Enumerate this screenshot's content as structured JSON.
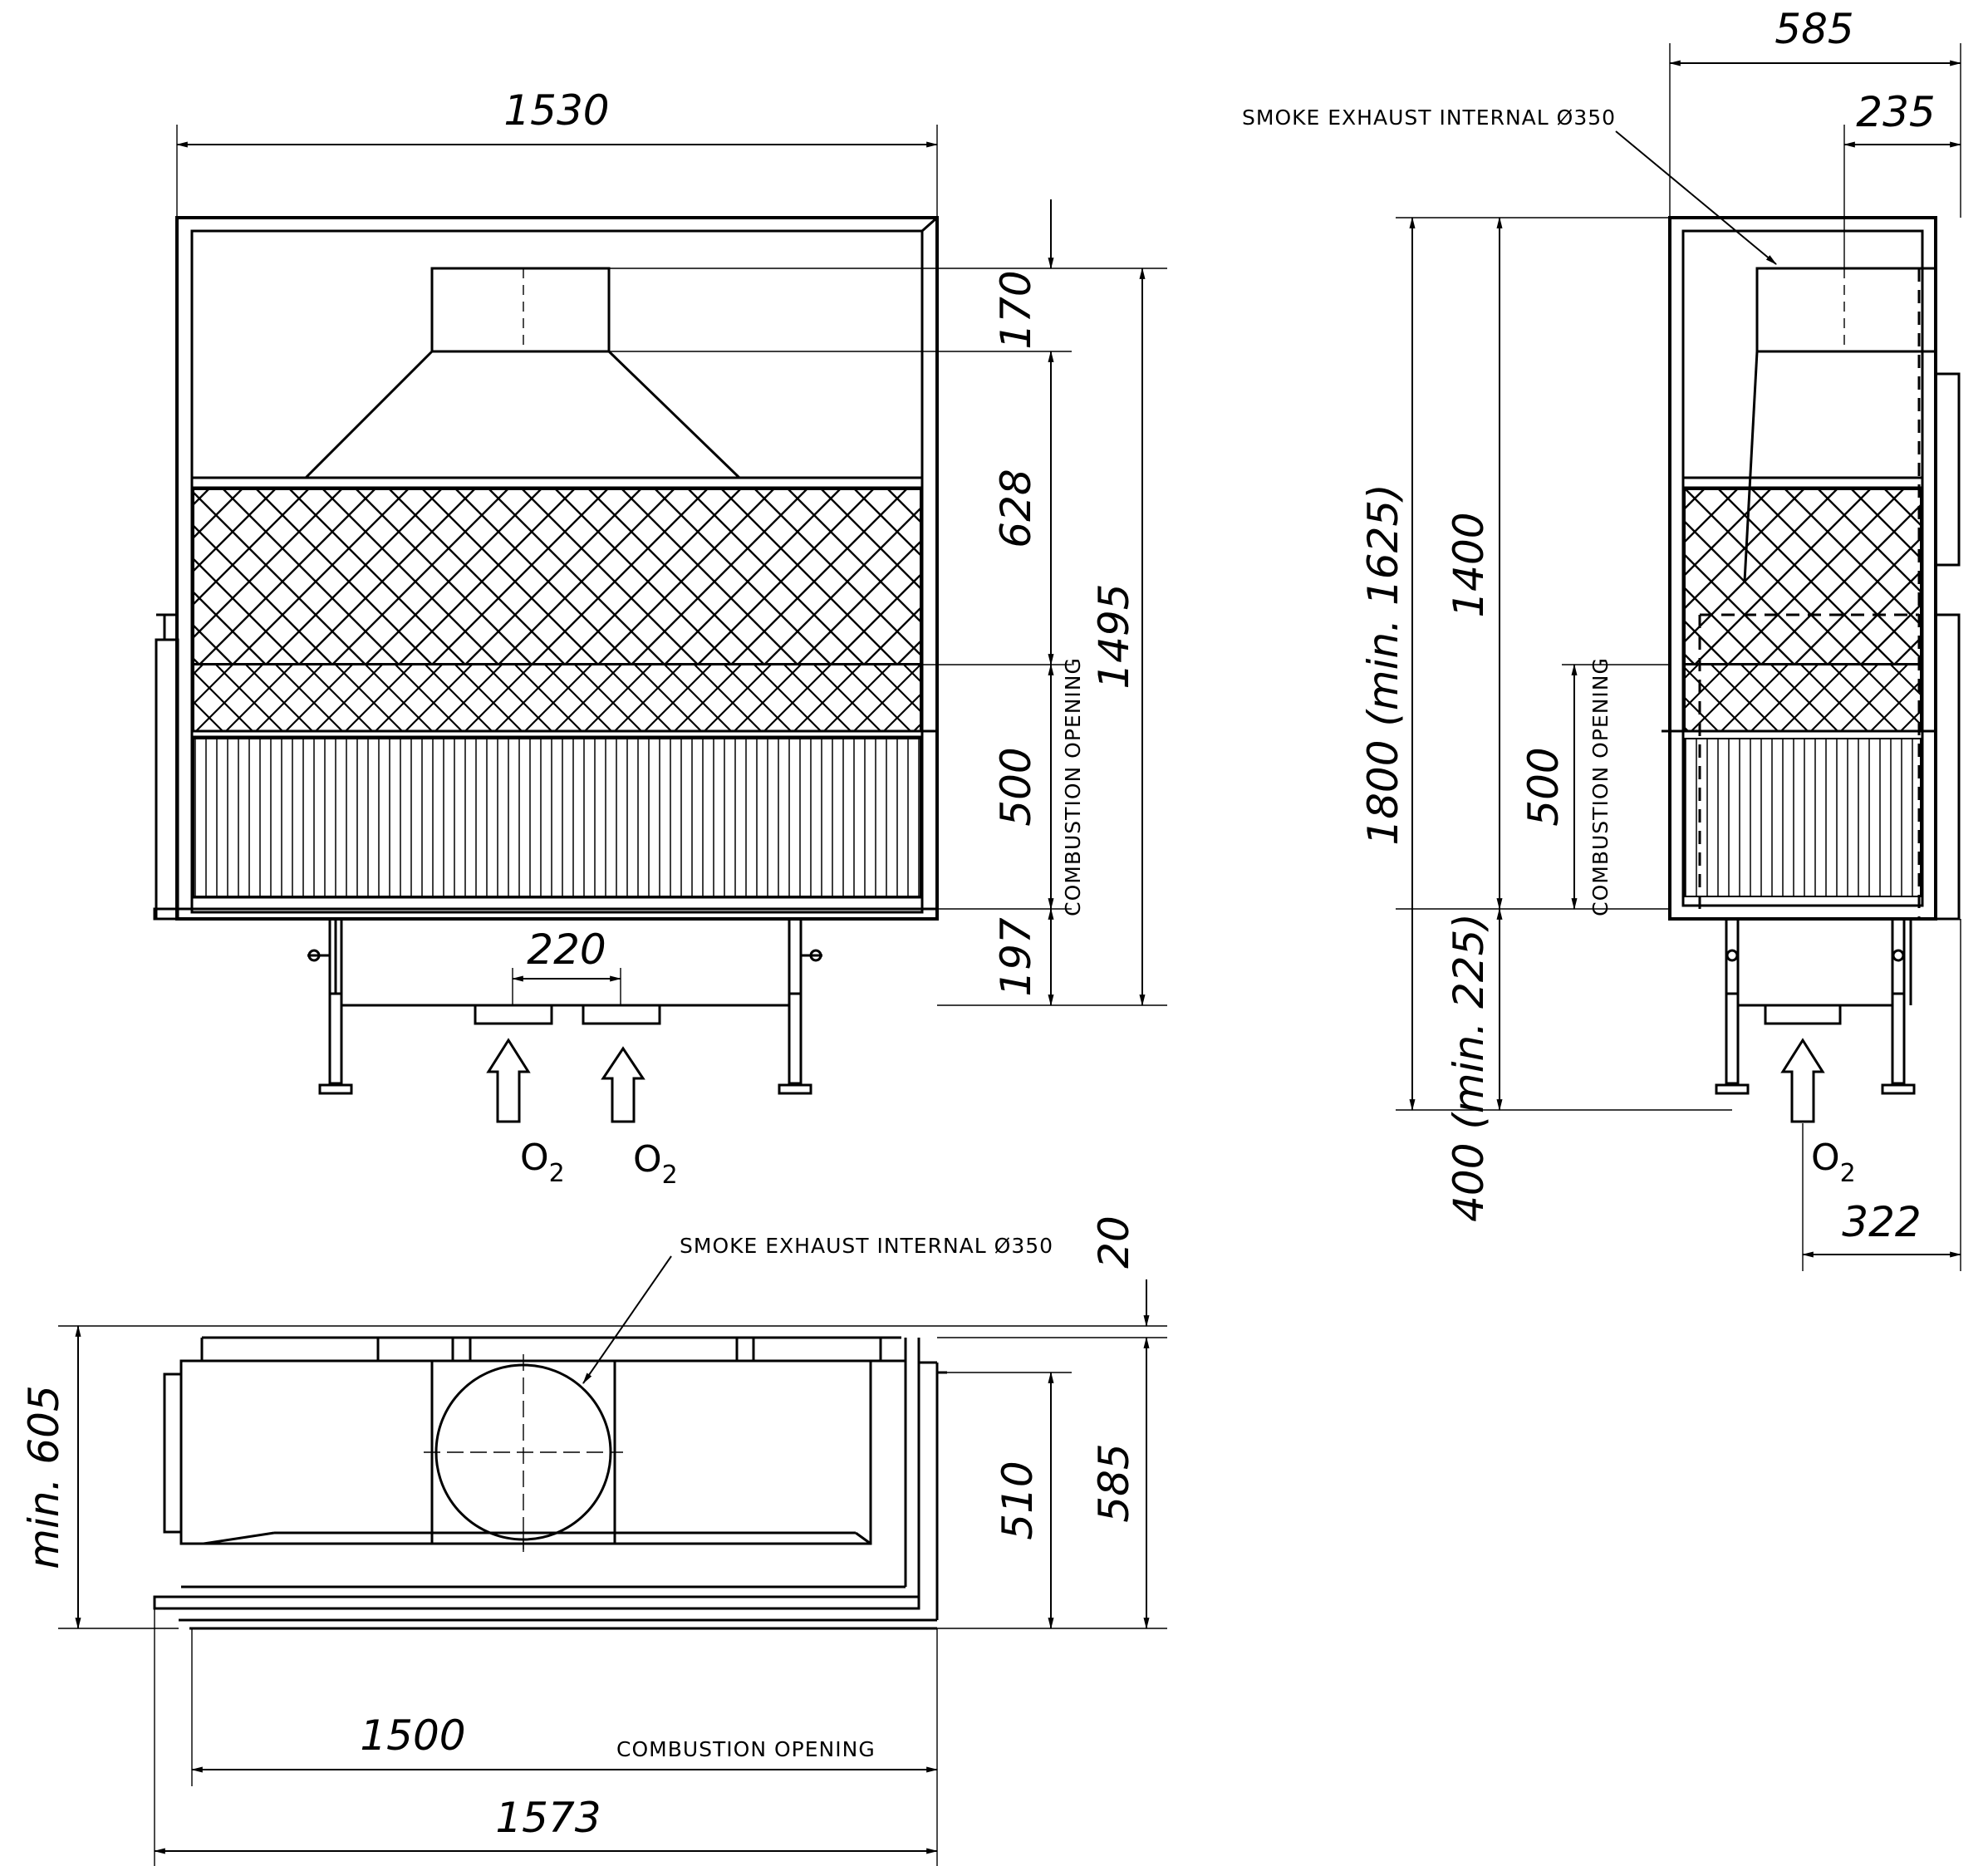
{
  "dimensions": {
    "front_width": "1530",
    "front_h_170": "170",
    "front_h_628": "628",
    "front_h_500": "500",
    "front_h_197": "197",
    "front_total_1495": "1495",
    "front_o2_spacing": "220",
    "side_width": "585",
    "side_exhaust_offset": "235",
    "side_total_height": "1800 (min. 1625)",
    "side_height_1400": "1400",
    "side_opening_500": "500",
    "side_base_height": "400 (min. 225)",
    "side_o2_offset": "322",
    "top_gap": "20",
    "top_depth_min": "min. 605",
    "top_depth_510": "510",
    "top_depth_585": "585",
    "top_opening_width": "1500",
    "top_total_width": "1573"
  },
  "labels": {
    "smoke_exhaust": "SMOKE EXHAUST INTERNAL Ø350",
    "combustion_opening": "COMBUSTION OPENING",
    "o2_main": "O",
    "o2_sub": "2"
  }
}
